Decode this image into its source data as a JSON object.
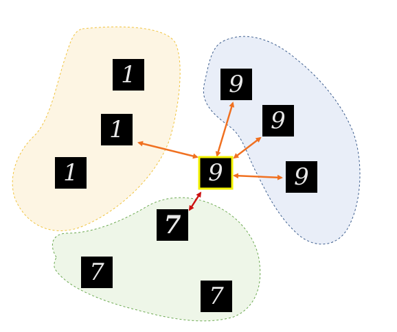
{
  "colors": {
    "cluster_ones_fill": "#fdf5e3",
    "cluster_ones_stroke": "#f0c23a",
    "cluster_nines_fill": "#e9eef8",
    "cluster_nines_stroke": "#3a5b8c",
    "cluster_sevens_fill": "#eef6e8",
    "cluster_sevens_stroke": "#6aa84f",
    "tile_background": "#000000",
    "query_border": "#f2f200",
    "arrow_orange": "#f07020",
    "arrow_red": "#cc1111"
  },
  "clusters": [
    {
      "id": "ones",
      "digits": [
        "1",
        "1",
        "1"
      ]
    },
    {
      "id": "nines",
      "digits": [
        "9",
        "9",
        "9"
      ]
    },
    {
      "id": "sevens",
      "digits": [
        "7",
        "7",
        "7"
      ]
    }
  ],
  "query": {
    "digit": "9"
  },
  "arrows": [
    {
      "to": "cluster-ones-digit-2",
      "color": "arrow_orange"
    },
    {
      "to": "cluster-nines-digit-1",
      "color": "arrow_orange"
    },
    {
      "to": "cluster-nines-digit-2",
      "color": "arrow_orange"
    },
    {
      "to": "cluster-nines-digit-3",
      "color": "arrow_orange"
    },
    {
      "to": "cluster-sevens-digit-1",
      "color": "arrow_red"
    }
  ]
}
